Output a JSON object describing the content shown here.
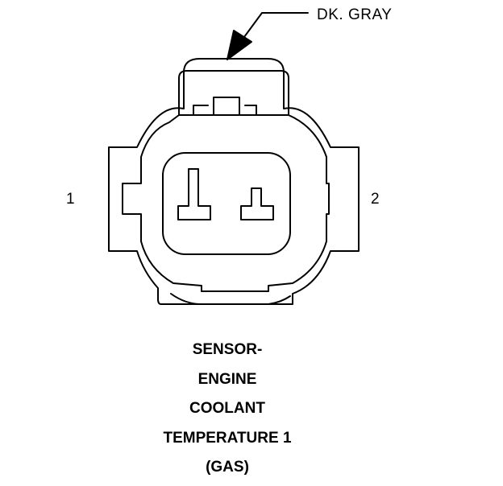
{
  "callout": {
    "label": "DK. GRAY"
  },
  "pins": {
    "left": "1",
    "right": "2"
  },
  "caption": {
    "lines": [
      "SENSOR-",
      "ENGINE",
      "COOLANT",
      "TEMPERATURE 1",
      "(GAS)"
    ]
  }
}
